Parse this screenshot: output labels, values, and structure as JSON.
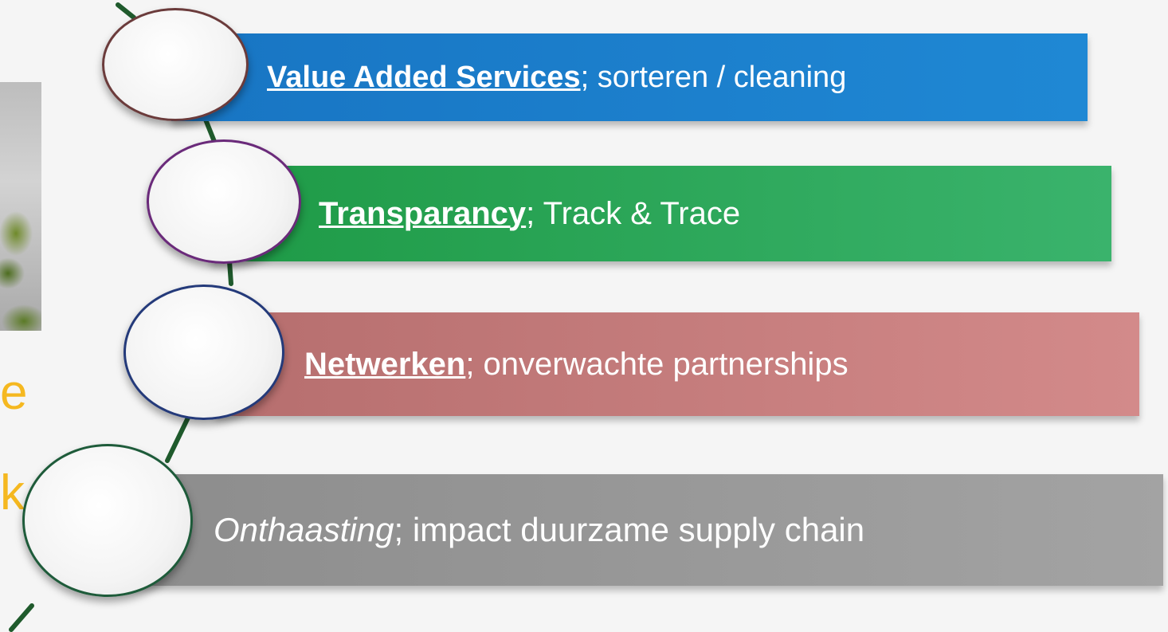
{
  "side_text": {
    "line1": "e",
    "line2": "k"
  },
  "items": [
    {
      "strong": "Value Added Services",
      "rest": "; sorteren / cleaning",
      "color": "#1f88d4",
      "ring_color": "#6b3b3b"
    },
    {
      "strong": "Transparancy",
      "rest": "; Track & Trace",
      "color": "#2fa85c",
      "ring_color": "#6a2a7a"
    },
    {
      "strong": "Netwerken",
      "rest": "; onverwachte partnerships",
      "color": "#c57b7b",
      "ring_color": "#243a7a"
    },
    {
      "italic": "Onthaasting",
      "rest": "; impact duurzame supply chain",
      "color": "#999999",
      "ring_color": "#1e5b3a"
    }
  ],
  "connector_color": "#1f5a2c",
  "side_text_color": "#f5b820"
}
